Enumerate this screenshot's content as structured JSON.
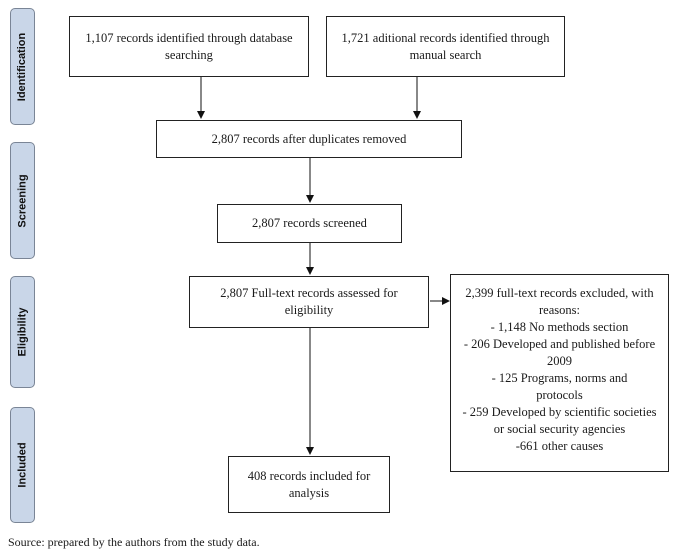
{
  "phases": {
    "identification": "Identification",
    "screening": "Screening",
    "eligibility": "Eligibility",
    "included": "Included"
  },
  "boxes": {
    "database": [
      "1,107 records identified through database",
      "searching"
    ],
    "manual": [
      "1,721 aditional records identified through",
      "manual search"
    ],
    "duplicates": "2,807 records after duplicates removed",
    "screened": "2,807 records screened",
    "fulltext": [
      "2,807 Full-text records assessed for",
      "eligibility"
    ],
    "included": [
      "408 records included for",
      "analysis"
    ]
  },
  "excluded": {
    "lines": [
      "2,399 full-text records excluded, with",
      "reasons:",
      "- 1,148 No methods section",
      "- 206 Developed and published before",
      "2009",
      "- 125 Programs, norms and",
      "protocols",
      "- 259 Developed by scientific societies",
      "or social security agencies",
      "-661 other causes"
    ]
  },
  "source": "Source: prepared by the authors from the study data.",
  "colors": {
    "phase_fill": "#c9d6e8",
    "border": "#222222"
  }
}
